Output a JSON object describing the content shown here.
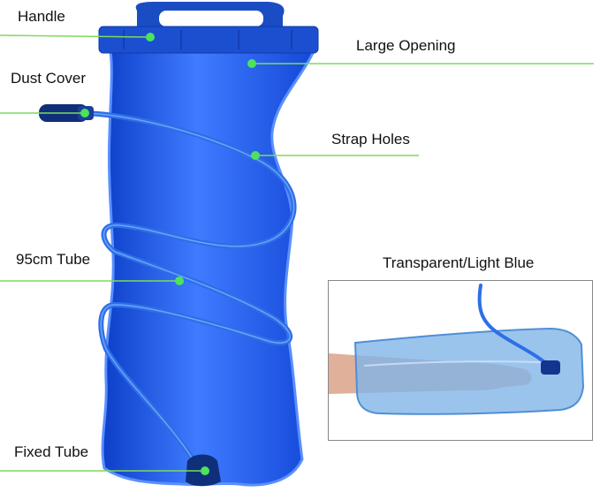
{
  "colors": {
    "bladder": "#1f5ff0",
    "bladder_dark": "#0d3fc8",
    "bladder_light": "#4d86ff",
    "tube": "#2c6fe8",
    "handle": "#1a4cc4",
    "leader_line": "#7ddc5a",
    "dot": "#4de35a",
    "inset_bladder": "#7fb3e8",
    "skin": "#e0b09a"
  },
  "labels": {
    "handle": "Handle",
    "large_opening": "Large Opening",
    "dust_cover": "Dust Cover",
    "strap_holes": "Strap Holes",
    "tube_95cm": "95cm Tube",
    "fixed_tube": "Fixed Tube",
    "inset_title": "Transparent/Light Blue"
  }
}
